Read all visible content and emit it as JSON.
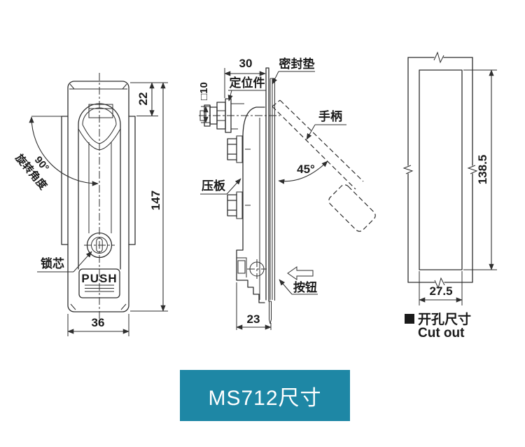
{
  "front_view": {
    "dim_top": "22",
    "dim_height": "147",
    "dim_width": "36",
    "angle_label": "90°",
    "angle_sublabel": "旋转角度",
    "lock_core_label": "锁芯",
    "push_label": "PUSH"
  },
  "side_view": {
    "dim_depth": "30",
    "dim_shaft": "□10",
    "dim_bottom": "23",
    "angle_label": "45°",
    "positioning_label": "定位件",
    "gasket_label": "密封垫",
    "handle_label": "手柄",
    "plate_label": "压板",
    "button_label": "按钮"
  },
  "cutout_view": {
    "dim_height": "138.5",
    "dim_width": "27.5",
    "caption_marker": "■",
    "caption_cn": "开孔尺寸",
    "caption_en": "Cut out"
  },
  "banner": {
    "label": "MS712尺寸",
    "bg_color": "#1e87a5",
    "text_color": "#ffffff"
  },
  "colors": {
    "line": "#2e2e2e",
    "background": "#ffffff"
  }
}
